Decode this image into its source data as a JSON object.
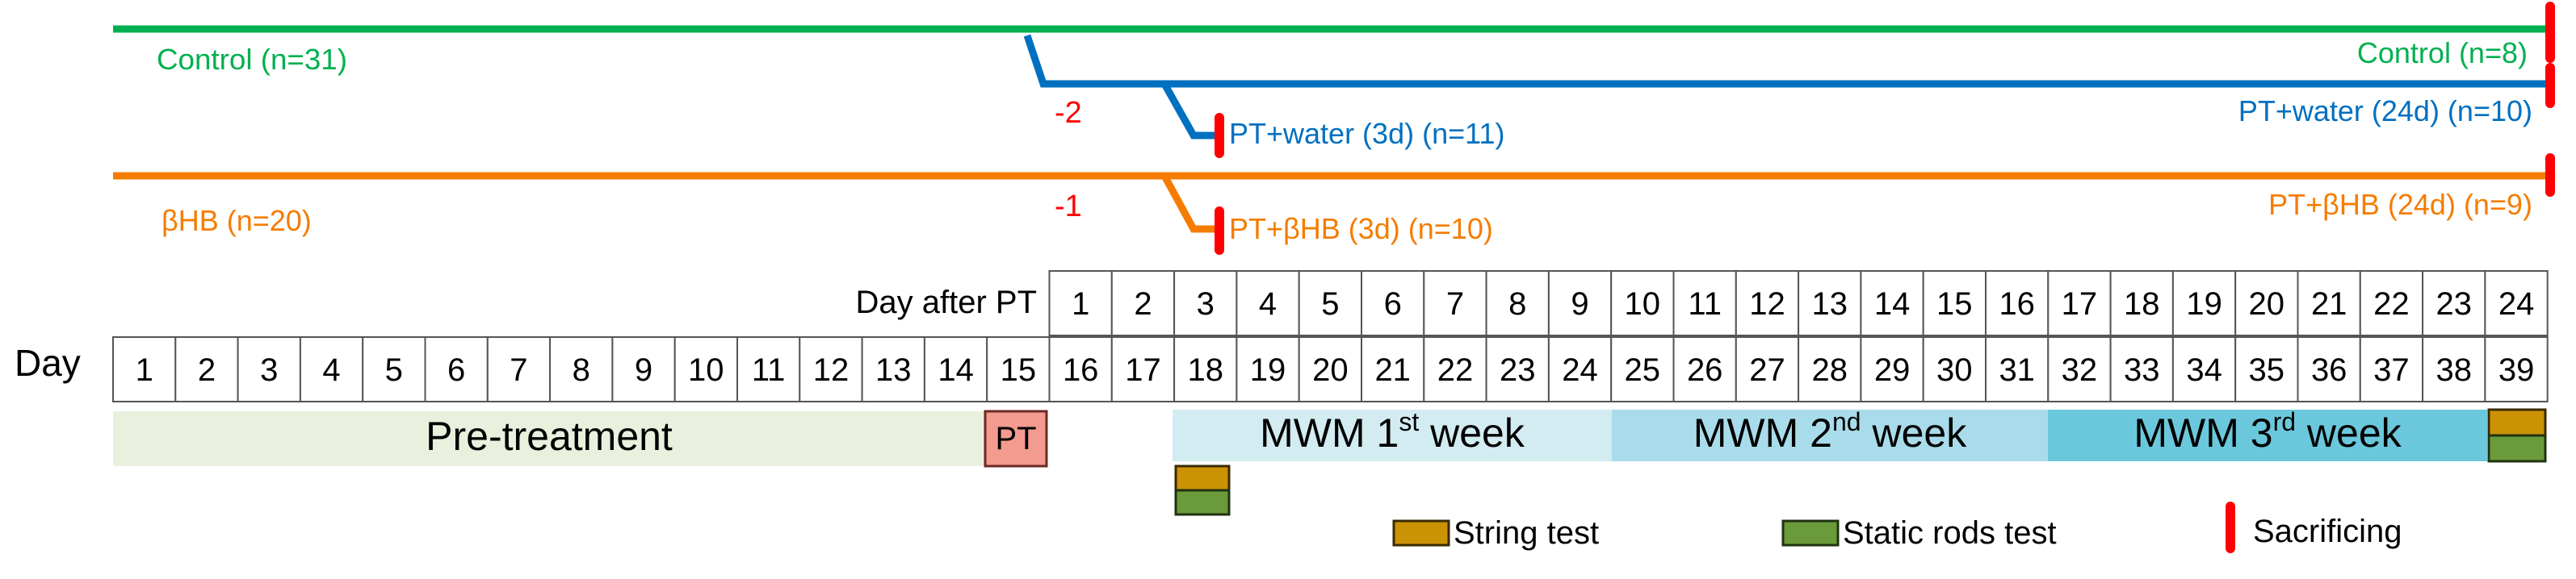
{
  "colors": {
    "control": "#00b050",
    "water": "#0070c0",
    "bhb": "#f57c00",
    "marker_red": "#ff0000",
    "sacrifice": "#ff0000",
    "pretreat_fill": "#e9f1de",
    "pt_fill": "#f29b8e",
    "mwm1_fill": "#d3ecf2",
    "mwm2_fill": "#a9dceb",
    "mwm3_fill": "#6bc8dc",
    "string_test": "#cc9205",
    "static_rods": "#6b9a3a"
  },
  "groups": {
    "control_start": "Control (n=31)",
    "control_end": "Control (n=8)",
    "water_offset": "-2",
    "water_3d": "PT+water (3d) (n=11)",
    "water_24d": "PT+water (24d) (n=10)",
    "bhb_start": "βHB (n=20)",
    "bhb_offset": "-1",
    "bhb_3d": "PT+βHB (3d) (n=10)",
    "bhb_24d": "PT+βHB (24d) (n=9)"
  },
  "timeline": {
    "day_label": "Day",
    "day_after_pt_label": "Day after PT",
    "days": [
      "1",
      "2",
      "3",
      "4",
      "5",
      "6",
      "7",
      "8",
      "9",
      "10",
      "11",
      "12",
      "13",
      "14",
      "15",
      "16",
      "17",
      "18",
      "19",
      "20",
      "21",
      "22",
      "23",
      "24",
      "25",
      "26",
      "27",
      "28",
      "29",
      "30",
      "31",
      "32",
      "33",
      "34",
      "35",
      "36",
      "37",
      "38",
      "39"
    ],
    "days_after_pt": [
      "1",
      "2",
      "3",
      "4",
      "5",
      "6",
      "7",
      "8",
      "9",
      "10",
      "11",
      "12",
      "13",
      "14",
      "15",
      "16",
      "17",
      "18",
      "19",
      "20",
      "21",
      "22",
      "23",
      "24"
    ]
  },
  "phases": {
    "pretreatment": "Pre-treatment",
    "pt": "PT",
    "mwm1": {
      "prefix": "MWM 1",
      "sup": "st",
      "suffix": " week"
    },
    "mwm2": {
      "prefix": "MWM 2",
      "sup": "nd",
      "suffix": " week"
    },
    "mwm3": {
      "prefix": "MWM 3",
      "sup": "rd",
      "suffix": " week"
    }
  },
  "legend": {
    "string_test": "String test",
    "static_rods": "Static rods test",
    "sacrificing": "Sacrificing"
  }
}
